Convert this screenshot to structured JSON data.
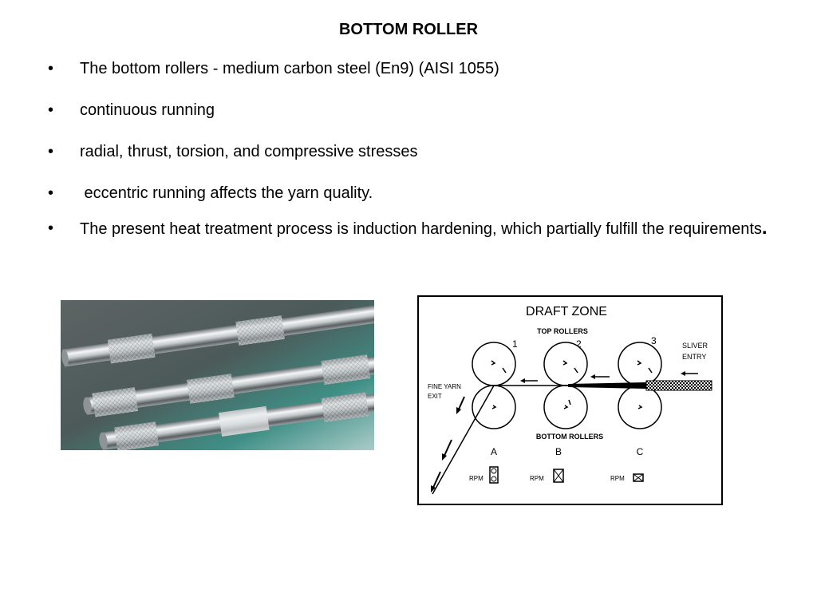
{
  "title": "BOTTOM ROLLER",
  "bullet_symbol": "•",
  "bullets": [
    "The bottom rollers - medium carbon steel (En9) (AISI 1055)",
    "continuous running",
    "radial, thrust, torsion, and compressive stresses",
    " eccentric running affects the yarn quality.",
    "The present heat treatment process is induction hardening, which partially fulfill the requirements"
  ],
  "bullet_5_end": ".",
  "diagram": {
    "title": "DRAFT ZONE",
    "top_rollers": "TOP ROLLERS",
    "bottom_rollers": "BOTTOM ROLLERS",
    "sliver_entry_1": "SLIVER",
    "sliver_entry_2": "ENTRY",
    "fine_yarn_1": "FINE YARN",
    "fine_yarn_2": "EXIT",
    "roller_numbers": [
      "1",
      "2",
      "3"
    ],
    "roller_letters": [
      "A",
      "B",
      "C"
    ],
    "rpm_label": "RPM"
  }
}
